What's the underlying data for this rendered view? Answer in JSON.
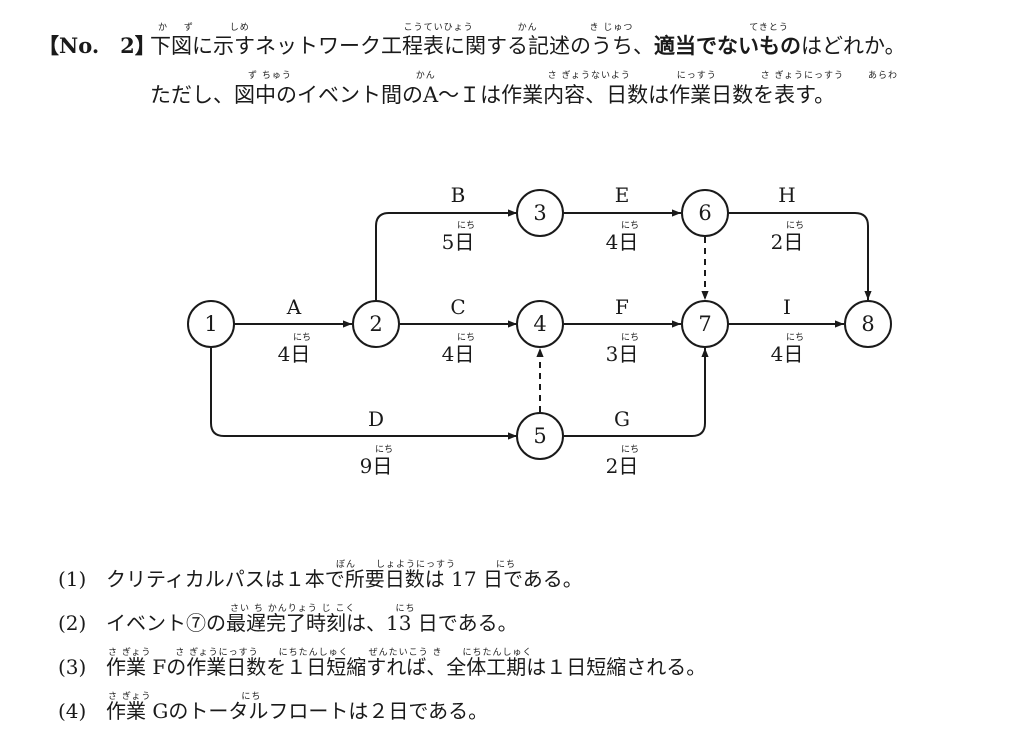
{
  "question": {
    "number": "【No.　2】",
    "line1_pre": "下図に示すネットワーク工程表に関する記述のうち、",
    "line1_emph": "適当でないもの",
    "line1_post": "はどれか。",
    "line2": "ただし、図中のイベント間のA〜Ｉは作業内容、日数は作業日数を表す。",
    "ruby1": [
      "か",
      "ず",
      "しめ",
      "こうていひょう",
      "かん",
      "き じゅつ",
      "てきとう"
    ],
    "ruby2": [
      "ず ちゅう",
      "かん",
      "さ ぎょうないよう",
      "にっすう",
      "さ ぎょうにっすう",
      "あらわ"
    ]
  },
  "diagram": {
    "nodes": [
      {
        "id": "1",
        "label": "1"
      },
      {
        "id": "2",
        "label": "2"
      },
      {
        "id": "3",
        "label": "3"
      },
      {
        "id": "4",
        "label": "4"
      },
      {
        "id": "5",
        "label": "5"
      },
      {
        "id": "6",
        "label": "6"
      },
      {
        "id": "7",
        "label": "7"
      },
      {
        "id": "8",
        "label": "8"
      }
    ],
    "activities": [
      {
        "name": "A",
        "days": "4日",
        "ruby": "にち"
      },
      {
        "name": "B",
        "days": "5日",
        "ruby": "にち"
      },
      {
        "name": "C",
        "days": "4日",
        "ruby": "にち"
      },
      {
        "name": "D",
        "days": "9日",
        "ruby": "にち"
      },
      {
        "name": "E",
        "days": "4日",
        "ruby": "にち"
      },
      {
        "name": "F",
        "days": "3日",
        "ruby": "にち"
      },
      {
        "name": "G",
        "days": "2日",
        "ruby": "にち"
      },
      {
        "name": "H",
        "days": "2日",
        "ruby": "にち"
      },
      {
        "name": "I",
        "days": "4日",
        "ruby": "にち"
      }
    ]
  },
  "choices": [
    {
      "num": "(1)",
      "text": "クリティカルパスは１本で所要日数は 17 日である。",
      "ruby": "ぼん　　しょようにっすう　　　　にち"
    },
    {
      "num": "(2)",
      "text": "イベント⑦の最遅完了時刻は、13 日である。",
      "ruby": "さい ち かんりょう じ こく　　　　にち"
    },
    {
      "num": "(3)",
      "text": "作業 Fの作業日数を１日短縮すれば、全体工期は１日短縮される。",
      "ruby": "さ ぎょう　　 さ ぎょうにっすう　　にちたんしゅく　　ぜんたいこう き　　にちたんしゅく"
    },
    {
      "num": "(4)",
      "text": "作業 Gのトータルフロートは２日である。",
      "ruby": "さ ぎょう　　　　　　　　　にち"
    }
  ]
}
